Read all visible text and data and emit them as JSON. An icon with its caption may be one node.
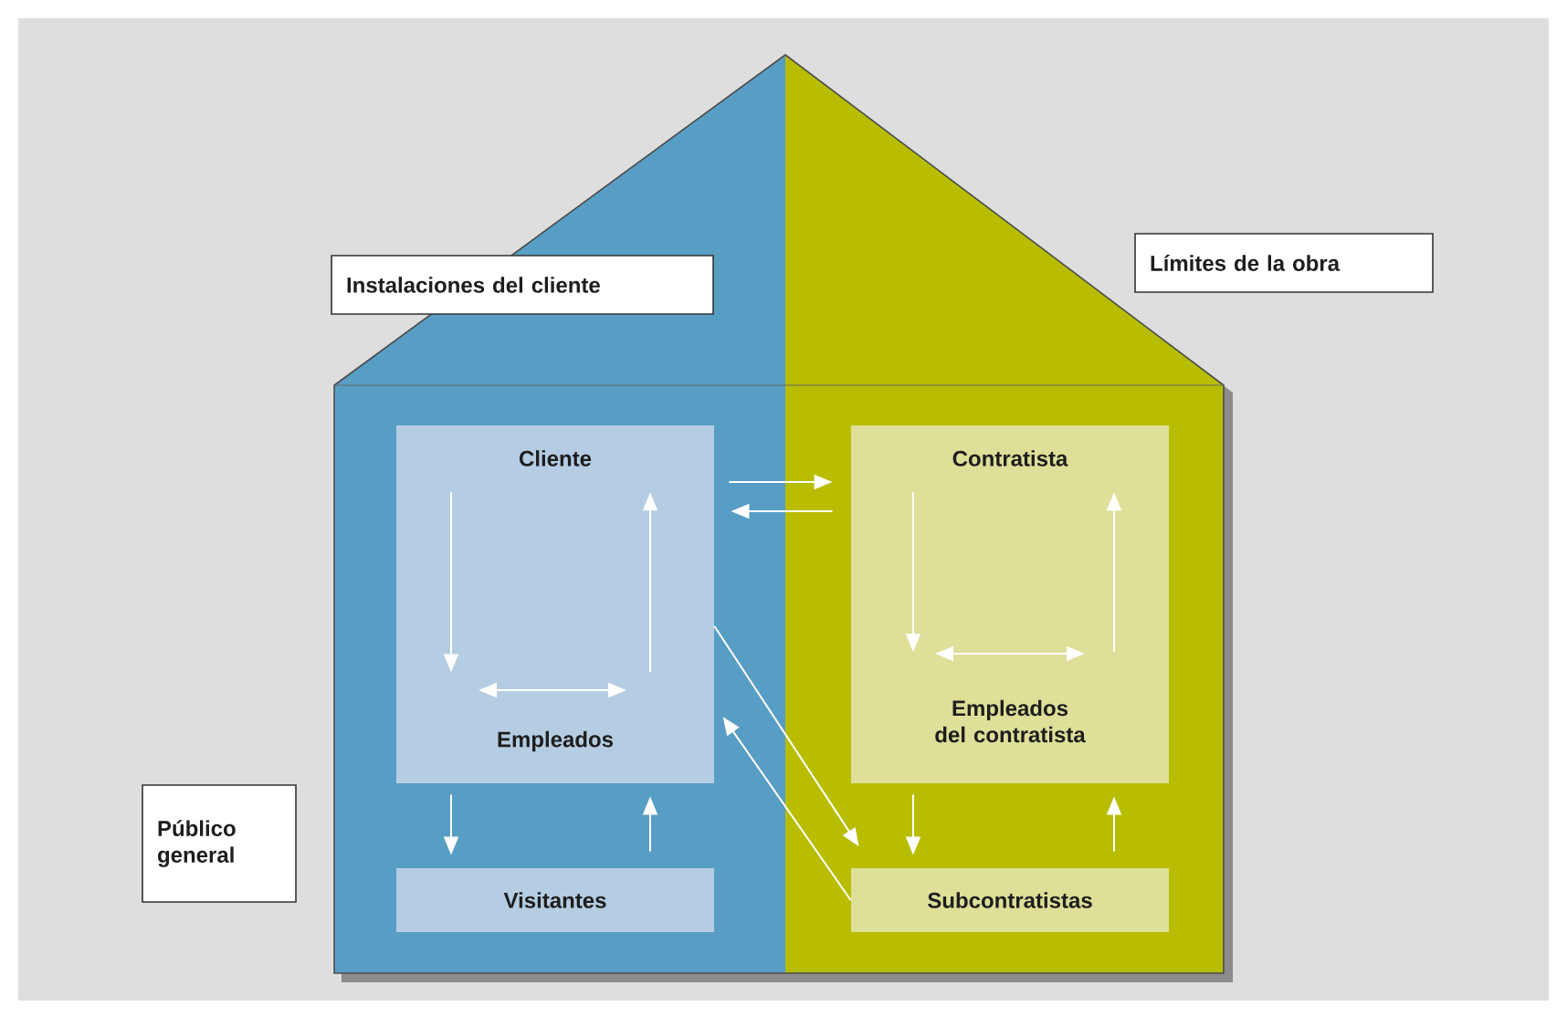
{
  "diagram": {
    "nodes": [
      {
        "text": [
          "Instalaciones del cliente"
        ]
      },
      {
        "text": [
          "Límites de la obra"
        ]
      },
      {
        "text": [
          "Público general"
        ]
      },
      {
        "text": [],
        "shape": "box"
      },
      {
        "text": [
          "Cliente"
        ],
        "in": 3
      },
      {
        "text": [
          "Empleados"
        ],
        "in": 3
      },
      {
        "text": [
          "Visitantes"
        ]
      },
      {
        "text": [],
        "shape": "box"
      },
      {
        "text": [
          "Contratista"
        ],
        "in": 7
      },
      {
        "text": [
          "Empleados del contratista"
        ],
        "in": 7
      },
      {
        "text": [
          "Subcontratistas"
        ]
      }
    ],
    "edges": [
      {
        "from": 3,
        "to": 7,
        "arrow": "to"
      },
      {
        "from": 7,
        "to": 3,
        "arrow": "to"
      },
      {
        "from": 4,
        "to": 5,
        "arrow": "to"
      },
      {
        "from": 5,
        "to": 4,
        "arrow": "to"
      },
      {
        "from": 3,
        "to": 6,
        "arrow": "to"
      },
      {
        "from": 6,
        "to": 3,
        "arrow": "to"
      },
      {
        "from": 3,
        "to": 10,
        "arrow": "to"
      },
      {
        "from": 10,
        "to": 3,
        "arrow": "to"
      },
      {
        "from": 8,
        "to": 9,
        "arrow": "to"
      },
      {
        "from": 9,
        "to": 8,
        "arrow": "to"
      },
      {
        "from": 7,
        "to": 10,
        "arrow": "to"
      },
      {
        "from": 10,
        "to": 7,
        "arrow": "to"
      }
    ]
  }
}
